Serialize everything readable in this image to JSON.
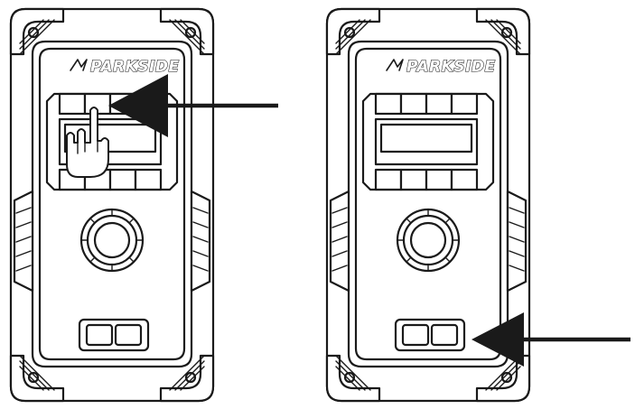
{
  "brand": {
    "logo_text": "PARKSIDE"
  },
  "devices": [
    {
      "id": "left",
      "buttons": [
        {
          "label_line1": "",
          "label_line2": ""
        },
        {
          "label_line1": "",
          "label_line2": ""
        }
      ],
      "callout": "hand pressing display with arrow"
    },
    {
      "id": "right",
      "buttons": [
        {
          "label_line1": "",
          "label_line2": ""
        },
        {
          "label_line1": "",
          "label_line2": ""
        }
      ],
      "callout": "arrow pointing to right button"
    }
  ],
  "colors": {
    "line": "#1a1a1a",
    "fill": "#ffffff"
  }
}
